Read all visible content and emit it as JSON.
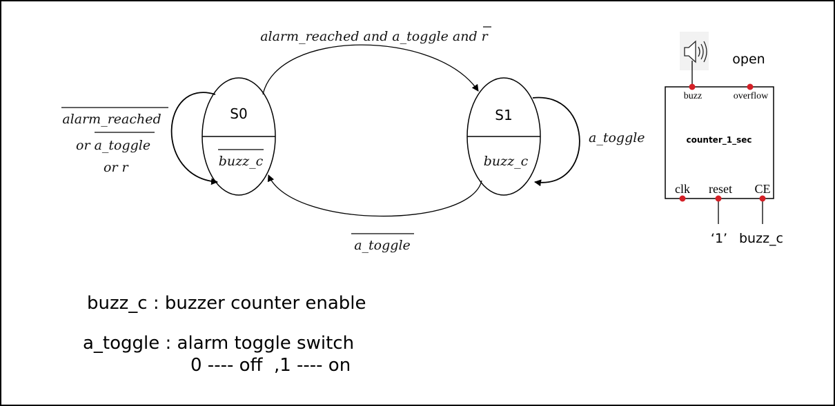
{
  "state_machine": {
    "states": [
      {
        "name": "S0",
        "output": "buzz_c",
        "output_negated": true
      },
      {
        "name": "S1",
        "output": "buzz_c",
        "output_negated": false
      }
    ],
    "transitions": {
      "s0_to_s1": {
        "parts": [
          "alarm_reached and a_toggle and ",
          "r"
        ],
        "negated_part_index": 1
      },
      "s1_to_s0": {
        "label": "a_toggle",
        "negated": true
      },
      "s0_self": {
        "lines": [
          {
            "text": "alarm_reached",
            "negated": true
          },
          {
            "prefix": "or ",
            "text": "a_toggle",
            "negated": true
          },
          {
            "text": "or r",
            "negated": false
          }
        ]
      },
      "s1_self": {
        "label": "a_toggle",
        "negated": false
      }
    }
  },
  "counter_block": {
    "name": "counter_1_sec",
    "ports": {
      "buzz": "buzz",
      "overflow": "overflow",
      "clk": "clk",
      "reset": "reset",
      "ce": "CE"
    },
    "connections": {
      "overflow": "open",
      "reset": "‘1’",
      "ce": "buzz_c"
    },
    "buzzer_icon": "speaker-icon",
    "port_color": "#d42027"
  },
  "legend": {
    "buzz_c_def": "buzz_c : buzzer counter enable",
    "a_toggle_def": "a_toggle : alarm toggle switch",
    "a_toggle_values": "0 ---- off  ,1 ---- on"
  }
}
